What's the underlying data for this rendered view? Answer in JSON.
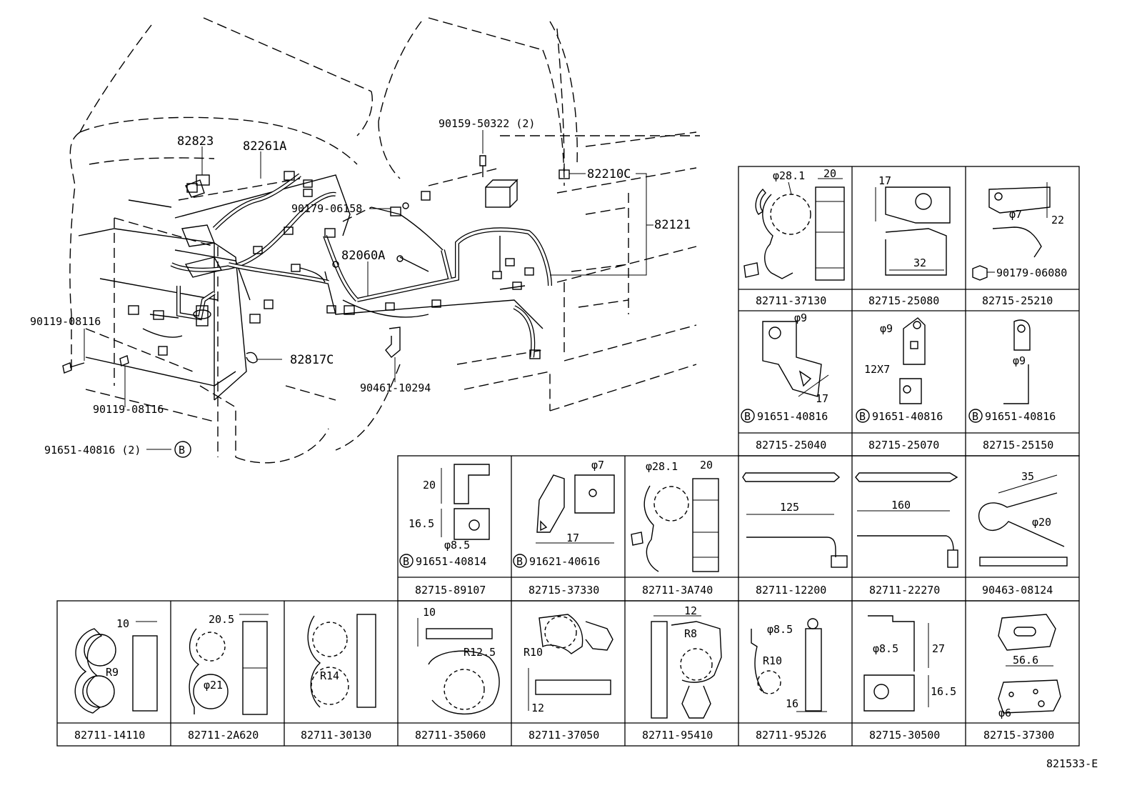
{
  "main_callouts": [
    {
      "id": "c1",
      "text": "82823"
    },
    {
      "id": "c2",
      "text": "82261A"
    },
    {
      "id": "c3",
      "text": "90159-50322 (2)"
    },
    {
      "id": "c4",
      "text": "82210C"
    },
    {
      "id": "c5",
      "text": "90179-06158"
    },
    {
      "id": "c6",
      "text": "82121"
    },
    {
      "id": "c7",
      "text": "82060A"
    },
    {
      "id": "c8",
      "text": "90119-08116"
    },
    {
      "id": "c9",
      "text": "82817C"
    },
    {
      "id": "c10",
      "text": "90461-10294"
    },
    {
      "id": "c11",
      "text": "90119-08116"
    },
    {
      "id": "c12",
      "text": "91651-40816 (2)"
    }
  ],
  "mark_b": "B",
  "grid_top": [
    {
      "part": "82711-37130",
      "dims": [
        "φ28.1",
        "20"
      ]
    },
    {
      "part": "82715-25080",
      "dims": [
        "17",
        "32"
      ]
    },
    {
      "part": "82715-25210",
      "dims": [
        "φ7",
        "22"
      ],
      "bolt": "90179-06080"
    },
    {
      "part": "82715-25040",
      "dims": [
        "φ9",
        "17"
      ],
      "bolt": "91651-40816"
    },
    {
      "part": "82715-25070",
      "dims": [
        "φ9",
        "12X7"
      ],
      "bolt": "91651-40816"
    },
    {
      "part": "82715-25150",
      "dims": [
        "φ9"
      ],
      "bolt": "91651-40816"
    }
  ],
  "grid_mid": [
    {
      "part": "82715-89107",
      "dims": [
        "20",
        "16.5",
        "φ8.5"
      ],
      "bolt": "91651-40814"
    },
    {
      "part": "82715-37330",
      "dims": [
        "φ7",
        "17"
      ],
      "bolt": "91621-40616"
    },
    {
      "part": "82711-3A740",
      "dims": [
        "φ28.1",
        "20"
      ]
    },
    {
      "part": "82711-12200",
      "dims": [
        "125"
      ]
    },
    {
      "part": "82711-22270",
      "dims": [
        "160"
      ]
    },
    {
      "part": "90463-08124",
      "dims": [
        "35",
        "φ20"
      ]
    }
  ],
  "grid_bottom": [
    {
      "part": "82711-14110",
      "dims": [
        "10",
        "R9"
      ]
    },
    {
      "part": "82711-2A620",
      "dims": [
        "20.5",
        "φ21"
      ]
    },
    {
      "part": "82711-30130",
      "dims": [
        "R14"
      ]
    },
    {
      "part": "82711-35060",
      "dims": [
        "10",
        "R12.5"
      ]
    },
    {
      "part": "82711-37050",
      "dims": [
        "R10",
        "12"
      ]
    },
    {
      "part": "82711-95410",
      "dims": [
        "12",
        "R8"
      ]
    },
    {
      "part": "82711-95J26",
      "dims": [
        "φ8.5",
        "R10",
        "16"
      ]
    },
    {
      "part": "82715-30500",
      "dims": [
        "φ8.5",
        "27",
        "16.5"
      ]
    },
    {
      "part": "82715-37300",
      "dims": [
        "56.6",
        "φ6"
      ]
    }
  ],
  "figure_id": "821533-E"
}
